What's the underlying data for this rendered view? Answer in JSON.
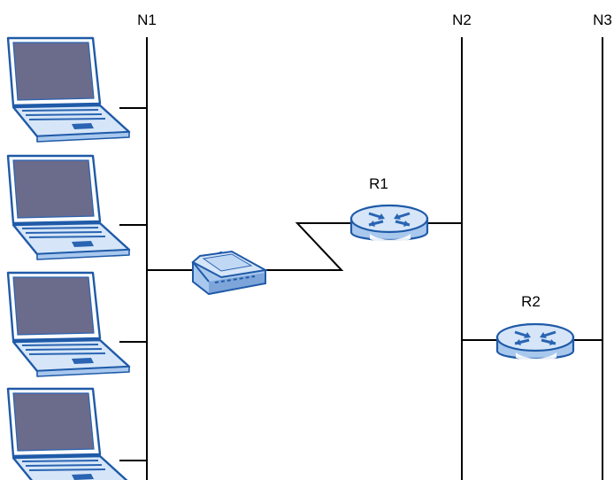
{
  "networks": [
    {
      "id": "n1",
      "label": "N1"
    },
    {
      "id": "n2",
      "label": "N2"
    },
    {
      "id": "n3",
      "label": "N3"
    }
  ],
  "routers": [
    {
      "id": "r1",
      "label": "R1",
      "icon": "router-icon"
    },
    {
      "id": "r2",
      "label": "R2",
      "icon": "router-icon"
    }
  ],
  "hosts": [
    {
      "id": "laptop-1",
      "icon": "laptop-icon"
    },
    {
      "id": "laptop-2",
      "icon": "laptop-icon"
    },
    {
      "id": "laptop-3",
      "icon": "laptop-icon"
    },
    {
      "id": "laptop-4",
      "icon": "laptop-icon"
    }
  ],
  "gateway": {
    "id": "modem",
    "icon": "modem-icon"
  },
  "colors": {
    "line": "#000000",
    "device_light": "#d6e6f8",
    "device_mid": "#a9c8ee",
    "device_dark": "#2a64b2",
    "screen": "#6b6b8c"
  }
}
